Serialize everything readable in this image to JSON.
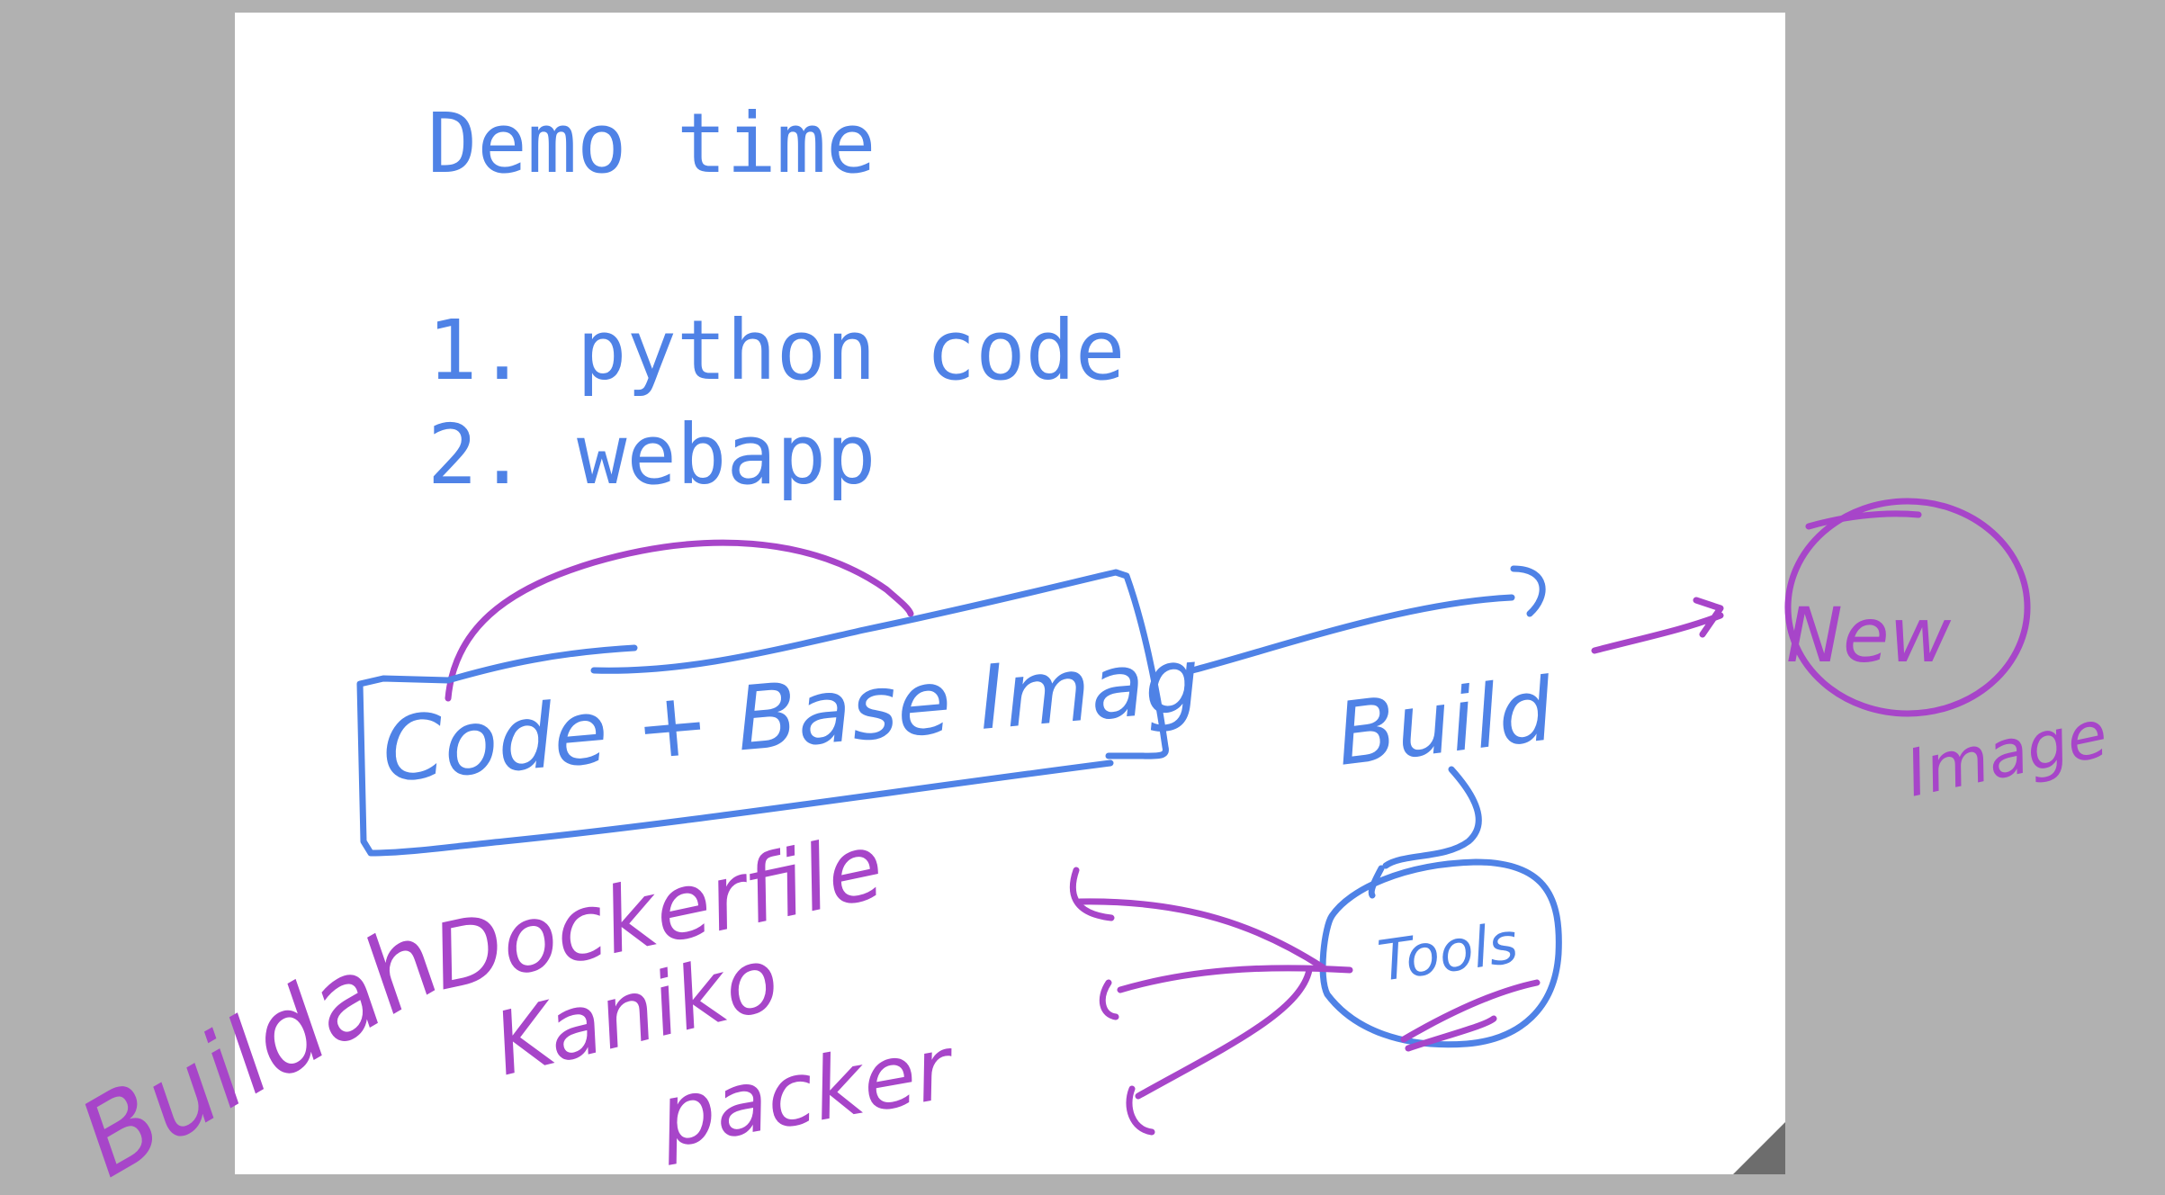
{
  "slide": {
    "title": "Demo time",
    "items": [
      "1. python code",
      "2. webapp"
    ]
  },
  "annotations": {
    "box_label": "Code + Base Imag",
    "build_label": "Build",
    "tools_label": "Tools",
    "new_label": "New",
    "image_label": "Image",
    "tool_names": [
      "Dockerfile",
      "Kaniko",
      "packer"
    ],
    "buildah_label": "Buildah"
  },
  "colors": {
    "background": "#b1b1b1",
    "slide": "#ffffff",
    "slide_text": "#4f82e6",
    "ink_blue": "#4f82e6",
    "ink_purple": "#a745c9",
    "curl": "#6d6d6d"
  }
}
